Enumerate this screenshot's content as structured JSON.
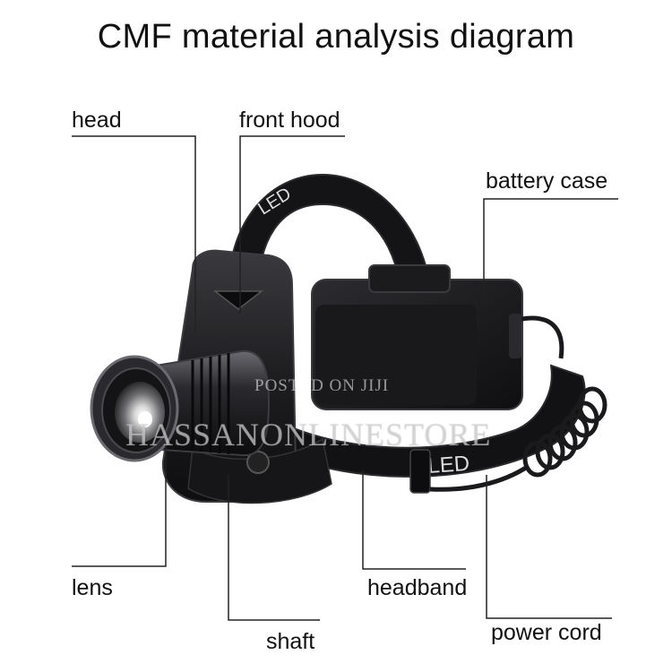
{
  "title": "CMF material analysis diagram",
  "labels": {
    "head": "head",
    "front_hood": "front hood",
    "battery_case": "battery case",
    "lens": "lens",
    "headband": "headband",
    "shaft": "shaft",
    "power_cord": "power cord"
  },
  "strap_text": {
    "top": "LED",
    "bottom": "LED"
  },
  "watermark": {
    "line1": "POSTED ON JIJI",
    "line2": "HASSANONLINESTORE"
  },
  "colors": {
    "background": "#ffffff",
    "text": "#111111",
    "device": "#1c1c1e",
    "strap": "#121214",
    "leader": "#222222"
  }
}
